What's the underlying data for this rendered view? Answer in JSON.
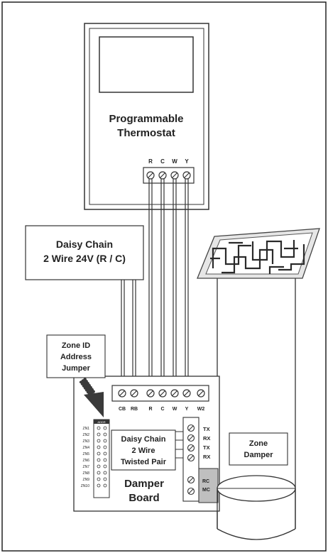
{
  "thermostat": {
    "title_line1": "Programmable",
    "title_line2": "Thermostat",
    "terminals": [
      "R",
      "C",
      "W",
      "Y"
    ]
  },
  "daisy_chain_power": {
    "line1": "Daisy Chain",
    "line2": "2 Wire 24V (R / C)"
  },
  "zone_id_jumper": {
    "line1": "Zone ID",
    "line2": "Address",
    "line3": "Jumper"
  },
  "damper_board": {
    "title_line1": "Damper",
    "title_line2": "Board",
    "terminals": [
      "CB",
      "RB",
      "R",
      "C",
      "W",
      "Y",
      "W2"
    ],
    "comm_terminals": [
      "TX",
      "RX",
      "TX",
      "RX"
    ],
    "rc_label": "RC",
    "mc_label": "MC",
    "zone_labels": [
      "ZN1",
      "ZN2",
      "ZN3",
      "ZN4",
      "ZN5",
      "ZN6",
      "ZN7",
      "ZN8",
      "ZN9",
      "ZN10"
    ],
    "jumper_header": "ADDR"
  },
  "twisted_pair": {
    "line1": "Daisy Chain",
    "line2": "2 Wire",
    "line3": "Twisted Pair"
  },
  "zone_damper": {
    "line1": "Zone",
    "line2": "Damper"
  },
  "colors": {
    "line": "#333333",
    "fill": "#ffffff",
    "shade": "#bfbfbf",
    "arrow": "#3a3a3a"
  }
}
